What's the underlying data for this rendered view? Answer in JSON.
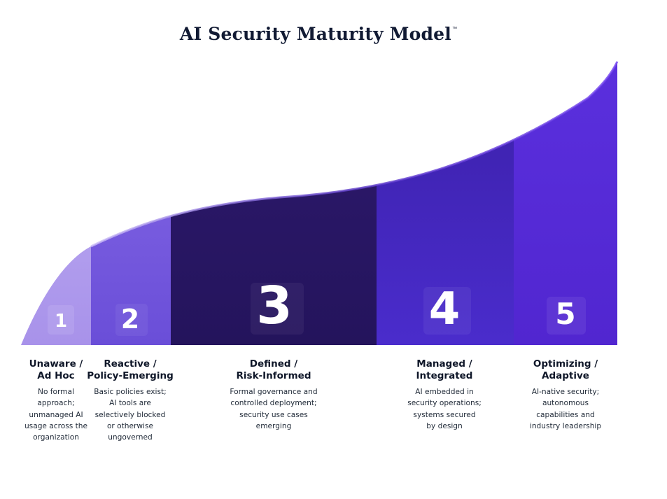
{
  "title": "AI Security Maturity Model",
  "trademark": "™",
  "colors": {
    "stage1": "#b4a2ee",
    "stage2": "#7a5ee2",
    "stage3": "#2a1766",
    "stage4": "#4a29c4",
    "stage5": "#5a31d8",
    "title_text": "#111a33"
  },
  "stages": [
    {
      "number": "1",
      "name": "Unaware /\nAd Hoc",
      "description": "No formal\napproach;\nunmanaged AI\nusage across the\norganization"
    },
    {
      "number": "2",
      "name": "Reactive /\nPolicy-Emerging",
      "description": "Basic policies exist;\nAI tools are\nselectively blocked\nor otherwise\nungoverned"
    },
    {
      "number": "3",
      "name": "Defined /\nRisk-Informed",
      "description": "Formal governance and\ncontrolled deployment;\nsecurity use cases\nemerging"
    },
    {
      "number": "4",
      "name": "Managed /\nIntegrated",
      "description": "AI embedded in\nsecurity operations;\nsystems secured\nby design"
    },
    {
      "number": "5",
      "name": "Optimizing /\nAdaptive",
      "description": "AI-native security;\nautonomous\ncapabilities and\nindustry leadership"
    }
  ]
}
